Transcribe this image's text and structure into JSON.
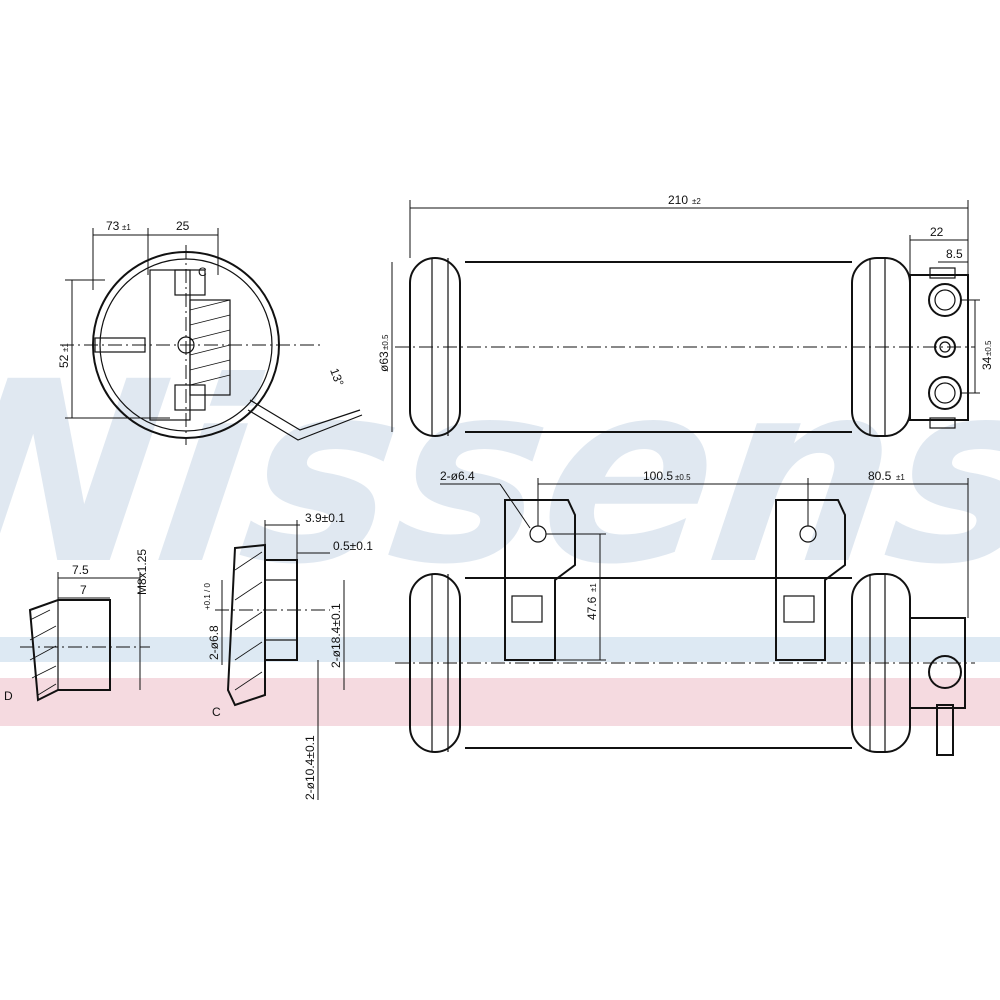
{
  "watermark": {
    "text": "Nissens",
    "color": "#c7d6e6"
  },
  "bands": {
    "blue": "#cfe0ee",
    "pink": "#f3d3da"
  },
  "end_view": {
    "dim_width_left_value": "73",
    "dim_width_left_tol": "±1",
    "dim_width_right": "25",
    "dim_height_value": "52",
    "dim_height_tol": "±1",
    "angle": "13°",
    "section_label": "C"
  },
  "side_view": {
    "length_value": "210",
    "length_tol": "±2",
    "diameter_value": "ø63",
    "diameter_tol": "±0.5",
    "fitting_width": "22",
    "fitting_small": "8.5",
    "port_spacing_value": "34",
    "port_spacing_tol": "±0.5"
  },
  "bottom_view": {
    "holes": "2-ø6.4",
    "hole_spacing_value": "100.5",
    "hole_spacing_tol": "±0.5",
    "end_offset_value": "80.5",
    "end_offset_tol": "±1",
    "bracket_height_value": "47.6",
    "bracket_height_tol": "±1"
  },
  "detail_d": {
    "label": "D",
    "dim_top": "7.5",
    "dim_inner": "7",
    "thread": "M8x1.25"
  },
  "detail_c": {
    "label": "C",
    "dim_a": "3.9±0.1",
    "dim_b": "0.5±0.1",
    "dim_c": "2-ø6.8",
    "dim_c_tol": "+0.1 / 0",
    "dim_d": "2-ø18.4±0.1",
    "dim_e": "2-ø10.4±0.1"
  }
}
